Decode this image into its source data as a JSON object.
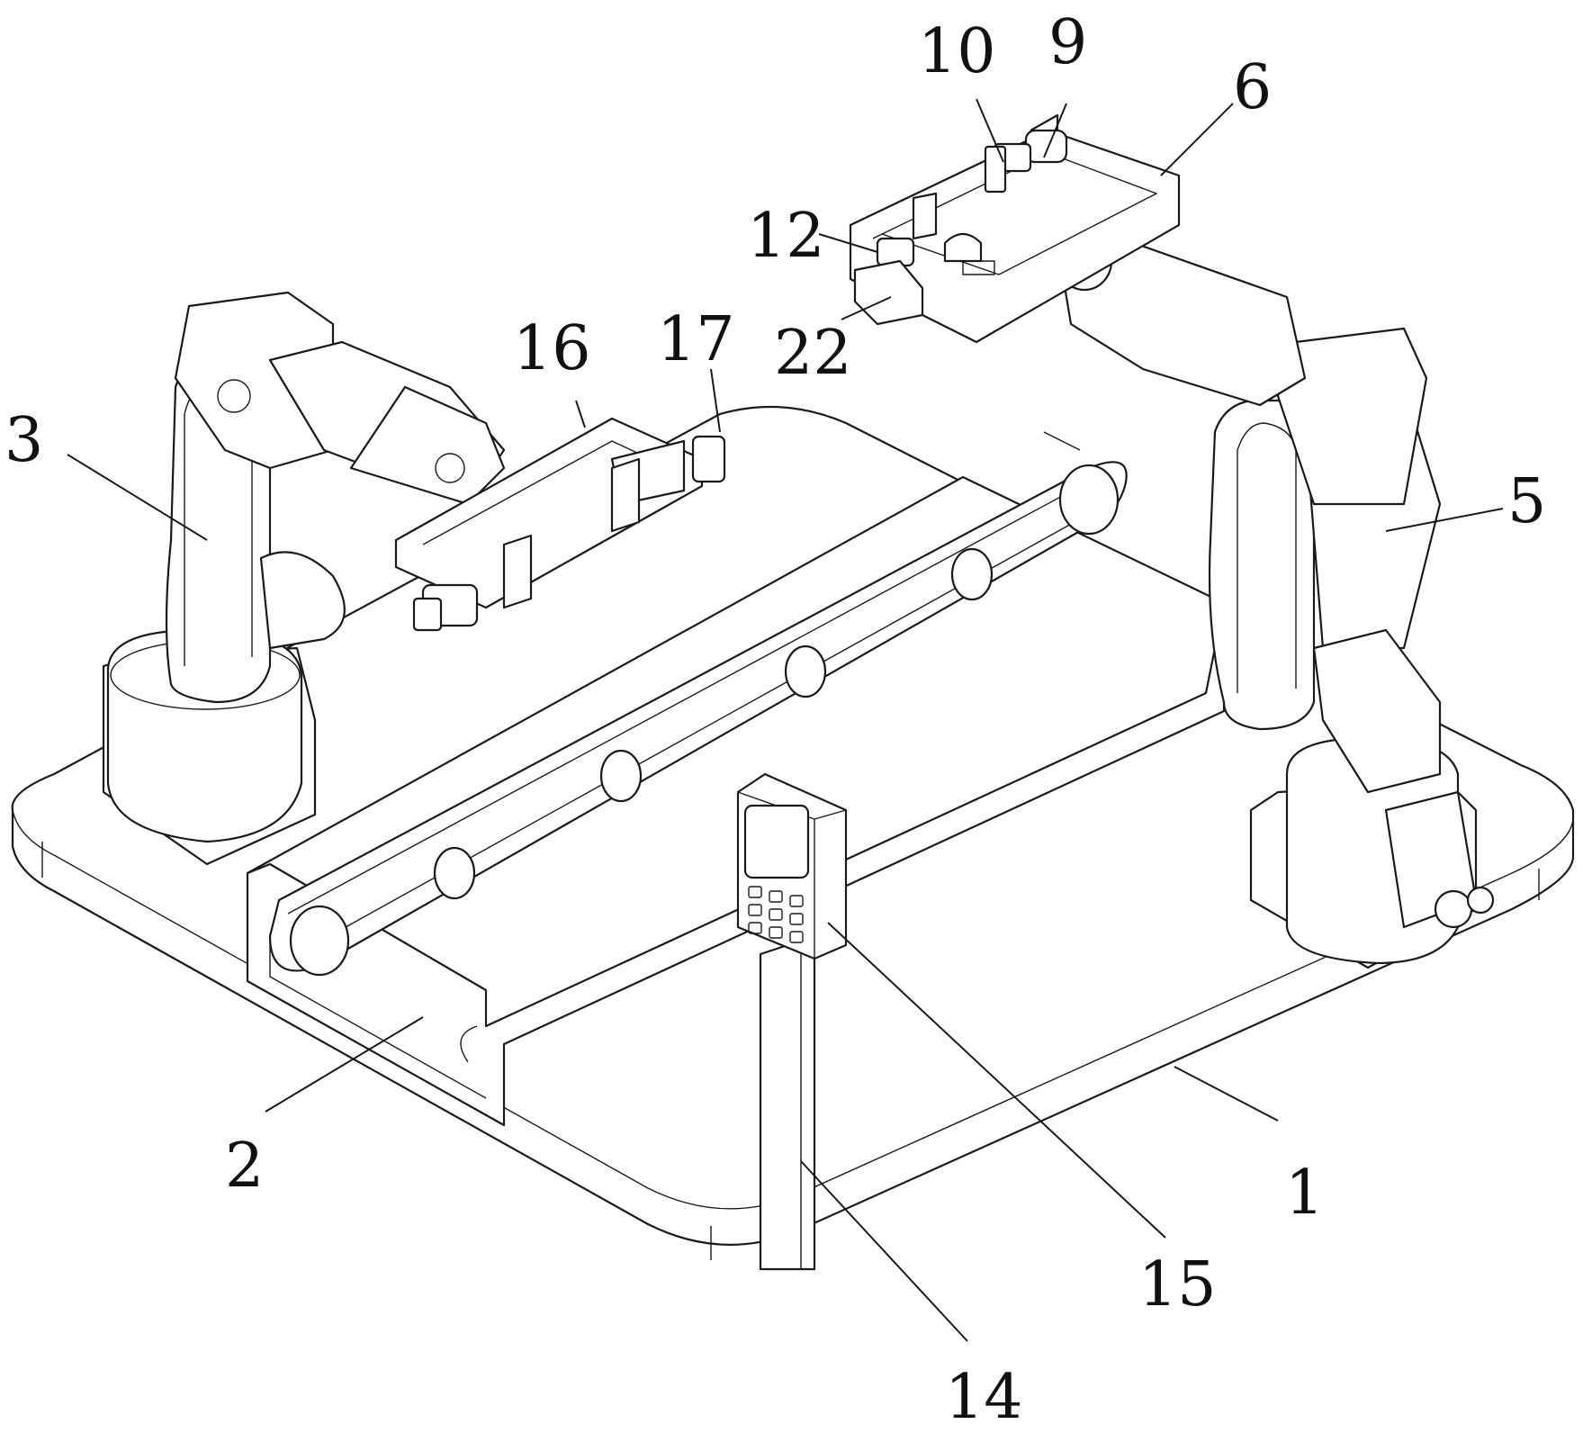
{
  "figure": {
    "labels": [
      {
        "id": "1",
        "text": "1"
      },
      {
        "id": "2",
        "text": "2"
      },
      {
        "id": "3",
        "text": "3"
      },
      {
        "id": "5",
        "text": "5"
      },
      {
        "id": "6",
        "text": "6"
      },
      {
        "id": "9",
        "text": "9"
      },
      {
        "id": "10",
        "text": "10"
      },
      {
        "id": "12",
        "text": "12"
      },
      {
        "id": "14",
        "text": "14"
      },
      {
        "id": "15",
        "text": "15"
      },
      {
        "id": "16",
        "text": "16"
      },
      {
        "id": "17",
        "text": "17"
      },
      {
        "id": "22",
        "text": "22"
      }
    ]
  }
}
